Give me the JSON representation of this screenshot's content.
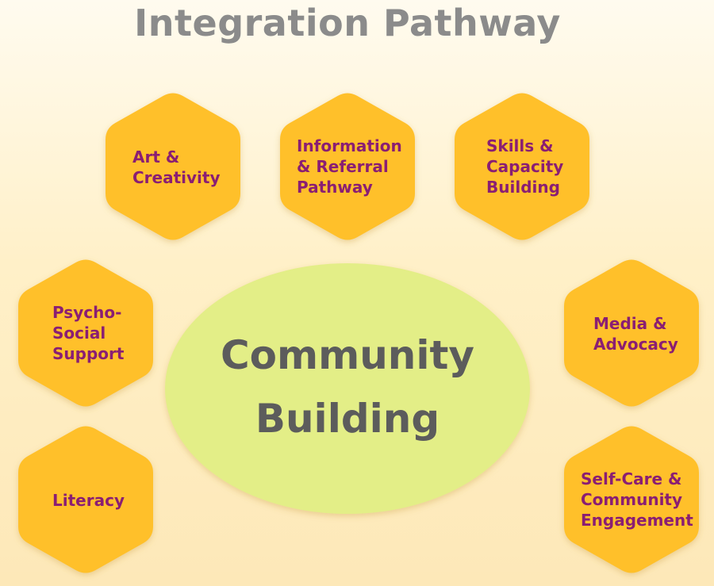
{
  "title": "Integration Pathway",
  "center": {
    "label": "Community\nBuilding",
    "fill": "#e3ee87"
  },
  "hex_fill": "#ffc02b",
  "label_color": "#8a1e73",
  "nodes": [
    {
      "id": "art-creativity",
      "label": "Art &\nCreativity"
    },
    {
      "id": "information-referral",
      "label": "Information\n& Referral\nPathway"
    },
    {
      "id": "skills-capacity",
      "label": "Skills &\nCapacity\nBuilding"
    },
    {
      "id": "psycho-social",
      "label": "Psycho-\nSocial\nSupport"
    },
    {
      "id": "media-advocacy",
      "label": "Media &\nAdvocacy"
    },
    {
      "id": "literacy",
      "label": "Literacy"
    },
    {
      "id": "self-care",
      "label": "Self-Care &\nCommunity\nEngagement"
    }
  ]
}
